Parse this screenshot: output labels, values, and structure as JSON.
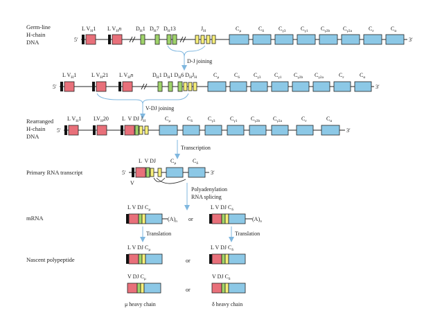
{
  "colors": {
    "leader": "#111111",
    "v_segment": "#e8707a",
    "d_segment": "#9fd36a",
    "j_segment": "#f7ef7a",
    "c_segment": "#8cc8e6",
    "outline": "#222222",
    "arrow": "#7fb7df"
  },
  "rows": {
    "germline": {
      "label_lines": [
        "Germ-line",
        "H-chain",
        "DNA"
      ],
      "five_prime": "5′",
      "three_prime": "3′",
      "v_labels": [
        "L V",
        "1",
        "L V",
        "n"
      ],
      "d_labels": [
        "D",
        "1",
        "D",
        "7",
        "D",
        "13"
      ],
      "j_label": "J",
      "c_labels": [
        "C",
        "μ",
        "C",
        "δ",
        "C",
        "γ3",
        "C",
        "γ1",
        "C",
        "γ2b",
        "C",
        "γ2a",
        "C",
        "ε",
        "C",
        "α"
      ]
    },
    "dj_joined": {
      "five_prime": "5′",
      "three_prime": "3′",
      "v_labels": [
        "L V",
        "1",
        "L V",
        "21",
        "L V",
        "n"
      ],
      "dj_label": [
        "D",
        "1",
        "D",
        "1",
        "D",
        "6",
        "D",
        "J"
      ],
      "c_labels": [
        "C",
        "μ",
        "C",
        "δ",
        "C",
        "γ3",
        "C",
        "γ1",
        "C",
        "γ2b",
        "C",
        "γ2a",
        "C",
        "ε",
        "C",
        "α"
      ]
    },
    "rearranged": {
      "label_lines": [
        "Rearranged",
        "H-chain",
        "DNA"
      ],
      "five_prime": "5′",
      "three_prime": "3′",
      "v_labels": [
        "L V",
        "1",
        "LV",
        "20",
        "L  V DJ",
        "J"
      ],
      "c_labels": [
        "C",
        "μ",
        "C",
        "δ",
        "C",
        "γ3",
        "C",
        "γ1",
        "C",
        "γ2b",
        "C",
        "γ2a",
        "C",
        "ε",
        "C",
        "α"
      ]
    },
    "primary": {
      "label": "Primary RNA transcript",
      "five_prime": "5′",
      "three_prime": "3′",
      "top_label": "L  V DJ",
      "c_labels": [
        "C",
        "μ",
        "C",
        "δ"
      ],
      "cap": "V"
    },
    "mrna": {
      "label": "mRNA",
      "left_label": [
        "L V DJ C",
        "μ"
      ],
      "right_label": [
        "L V DJ C",
        "δ"
      ],
      "polya": "(A)",
      "polya_sub": "n",
      "or": "or"
    },
    "nascent": {
      "label": "Nascent polypeptide",
      "left_label": [
        "L V DJ C",
        "μ"
      ],
      "right_label": [
        "L V DJ C",
        "δ"
      ],
      "or": "or"
    },
    "final": {
      "left_label": [
        "V DJ C",
        "μ"
      ],
      "right_label": [
        "V DJ C",
        "δ"
      ],
      "or": "or",
      "left_caption": "μ heavy chain",
      "right_caption": "δ heavy chain"
    }
  },
  "steps": {
    "dj_joining": "D-J joining",
    "vdj_joining": "V-DJ joining",
    "transcription": "Transcription",
    "polyadenylation_lines": [
      "Polyadenylation",
      "RNA splicing"
    ],
    "translation_left": "Translation",
    "translation_right": "Translation"
  }
}
